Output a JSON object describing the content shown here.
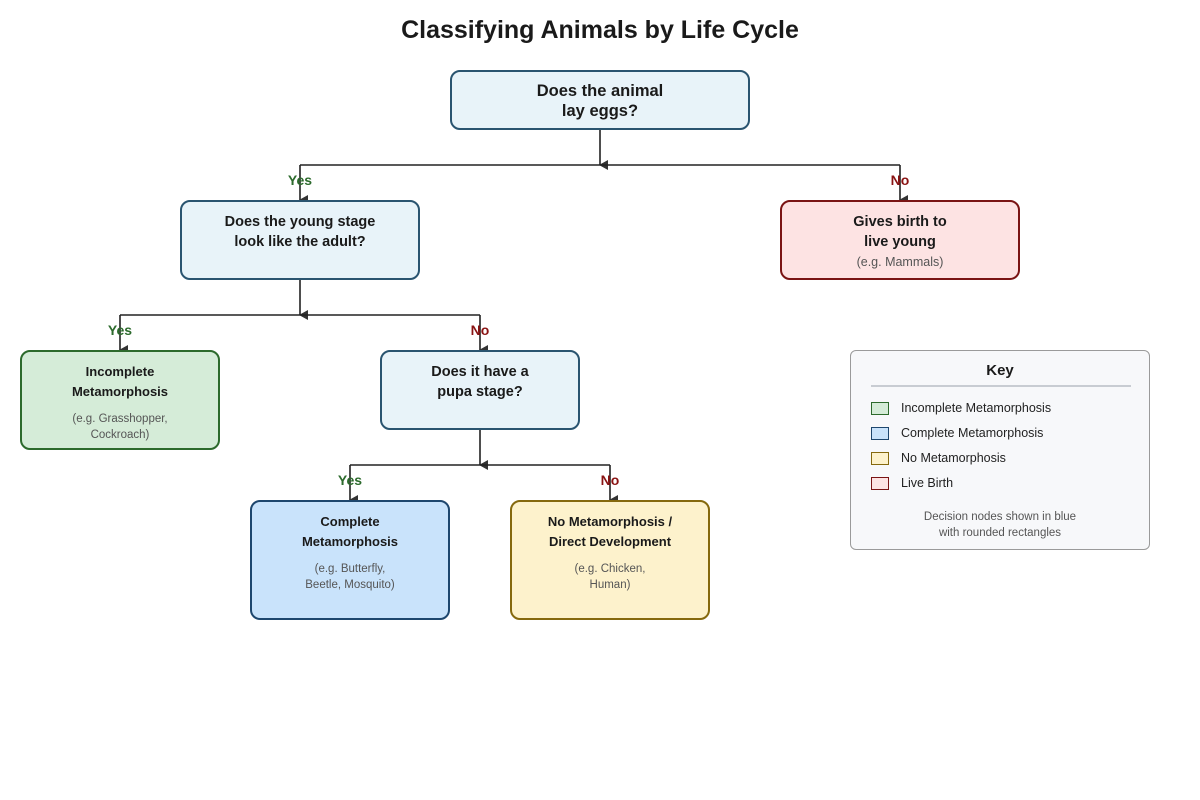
{
  "title": "Classifying Animals by Life Cycle",
  "nodes": {
    "root": {
      "line1": "Does the animal",
      "line2": "lay eggs?"
    },
    "young_stage": {
      "line1": "Does the young stage",
      "line2": "look like the adult?"
    },
    "live_birth": {
      "line1": "Gives birth to",
      "line2": "live young",
      "example": "(e.g. Mammals)"
    },
    "incomplete": {
      "line1": "Incomplete",
      "line2": "Metamorphosis",
      "ex1": "(e.g. Grasshopper,",
      "ex2": "Cockroach)"
    },
    "pupa": {
      "line1": "Does it have a",
      "line2": "pupa stage?"
    },
    "complete": {
      "line1": "Complete",
      "line2": "Metamorphosis",
      "ex1": "(e.g. Butterfly,",
      "ex2": "Beetle, Mosquito)"
    },
    "none": {
      "line1": "No Metamorphosis /",
      "line2": "Direct Development",
      "ex1": "(e.g. Chicken,",
      "ex2": "Human)"
    }
  },
  "edge_labels": {
    "yes": "Yes",
    "no": "No"
  },
  "legend": {
    "title": "Key",
    "items": [
      {
        "label": "Incomplete Metamorphosis",
        "fill": "#d5ecd8",
        "border": "#2c6a2c"
      },
      {
        "label": "Complete Metamorphosis",
        "fill": "#c9e3fb",
        "border": "#1e476e"
      },
      {
        "label": "No Metamorphosis",
        "fill": "#fdf2cc",
        "border": "#85690e"
      },
      {
        "label": "Live Birth",
        "fill": "#fde3e3",
        "border": "#7a1414"
      }
    ],
    "note_line1": "Decision nodes shown in blue",
    "note_line2": "with rounded rectangles"
  },
  "colors": {
    "line": "#222222",
    "yes": "#2c6a2c",
    "no": "#8a1313",
    "decision_fill": "#e8f3f9",
    "decision_border": "#2a5470"
  }
}
